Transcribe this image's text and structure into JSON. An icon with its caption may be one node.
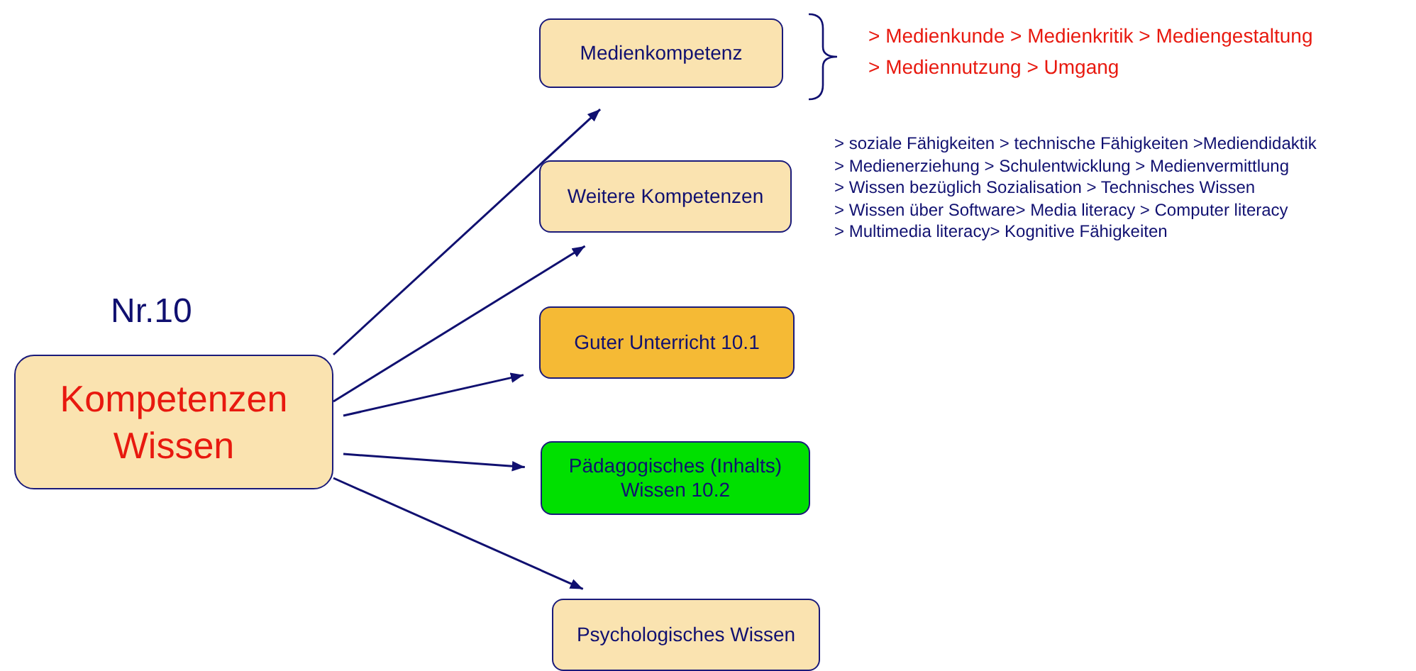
{
  "diagram": {
    "title": "Nr.10",
    "nodes": [
      {
        "text": [
          "Kompetenzen Wissen"
        ]
      },
      {
        "text": [
          "Medienkompetenz"
        ],
        "beside": [
          "> Medienkunde > Medienkritik > Mediengestaltung",
          "> Mediennutzung > Umgang"
        ]
      },
      {
        "text": [
          "Weitere Kompetenzen"
        ],
        "beside": [
          "> soziale Fähigkeiten > technische Fähigkeiten >Mediendidaktik",
          "> Medienerziehung > Schulentwicklung > Medienvermittlung",
          "> Wissen bezüglich Sozialisation > Technisches Wissen",
          "> Wissen über Software> Media literacy > Computer literacy",
          "> Multimedia literacy> Kognitive Fähigkeiten"
        ]
      },
      {
        "text": [
          "Guter Unterricht 10.1"
        ]
      },
      {
        "text": [
          "Pädagogisches (Inhalts) Wissen 10.2"
        ]
      },
      {
        "text": [
          "Psychologisches Wissen"
        ]
      }
    ],
    "edges": [
      {
        "from": 0,
        "to": 1,
        "arrow": "to"
      },
      {
        "from": 0,
        "to": 2,
        "arrow": "to"
      },
      {
        "from": 0,
        "to": 3,
        "arrow": "to"
      },
      {
        "from": 0,
        "to": 4,
        "arrow": "to"
      },
      {
        "from": 0,
        "to": 5,
        "arrow": "to"
      }
    ]
  }
}
